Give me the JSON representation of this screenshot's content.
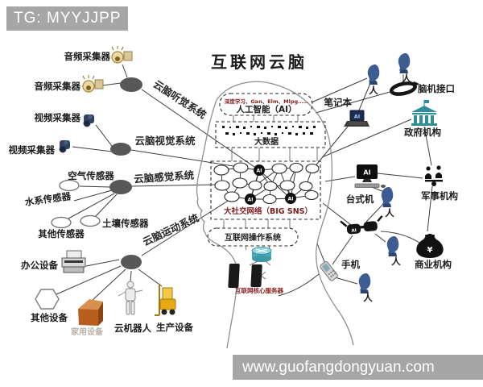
{
  "watermarks": {
    "telegram": "TG: MYYJJPP",
    "site": "www.guofangdongyuan.com"
  },
  "title": "互联网云脑",
  "brain": {
    "algorithms": "深度学习、Gan、Elm、Mlpg……",
    "ai": "人工智能（AI）",
    "bigdata": "大数据",
    "sns": "大社交网络（BIG SNS）",
    "os": "互联网操作系统",
    "server": "互联网核心服务器",
    "ai_badge": "AI"
  },
  "systems": {
    "auditory": "云脑听觉系统",
    "visual": "云脑视觉系统",
    "sensory": "云脑感觉系统",
    "motor": "云脑运动系统"
  },
  "left": {
    "audio": "音频采集器",
    "video": "视频采集器",
    "air": "空气传感器",
    "water": "水系传感器",
    "other_sensor": "其他传感器",
    "soil": "土壤传感器",
    "office": "办公设备",
    "other_device": "其他设备",
    "home": "家用设备",
    "robot": "云机器人",
    "production": "生产设备"
  },
  "right": {
    "person": "人",
    "bci": "脑机接口",
    "laptop": "笔记本",
    "government": "政府机构",
    "desktop": "台式机",
    "military": "军事机构",
    "phone": "手机",
    "commercial": "商业机构",
    "ai_badge": "AI",
    "yuan": "¥"
  },
  "colors": {
    "watermark_bg": "#a6a6a6",
    "maroon_text": "#8a2020",
    "hub": "#585858",
    "person_blue": "#3c5c92",
    "gov_teal": "#2f8f99",
    "router_cyan": "#49aebc",
    "forklift_yellow": "#e8a818",
    "box_orange": "#c06a2a"
  }
}
